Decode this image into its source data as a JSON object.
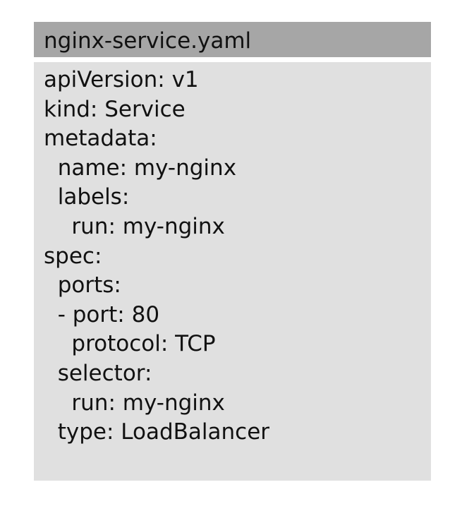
{
  "file": {
    "name": "nginx-service.yaml",
    "lines": [
      "apiVersion: v1",
      "kind: Service",
      "metadata:",
      "  name: my-nginx",
      "  labels:",
      "    run: my-nginx",
      "spec:",
      "  ports:",
      "  - port: 80",
      "    protocol: TCP",
      "  selector:",
      "    run: my-nginx",
      "  type: LoadBalancer"
    ]
  },
  "colors": {
    "header_background": "#a6a6a6",
    "body_background": "#e0e0e0",
    "text": "#111111"
  }
}
